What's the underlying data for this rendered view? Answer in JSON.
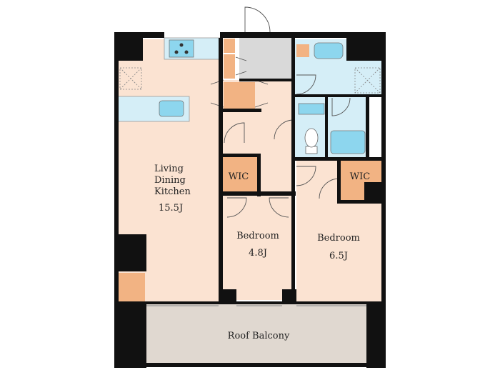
{
  "rooms": {
    "ldk": {
      "line1": "Living",
      "line2": "Dining",
      "line3": "Kitchen",
      "size": "15.5J"
    },
    "bedroom1": {
      "name": "Bedroom",
      "size": "4.8J"
    },
    "bedroom2": {
      "name": "Bedroom",
      "size": "6.5J"
    },
    "wic1": {
      "name": "WIC"
    },
    "wic2": {
      "name": "WIC"
    },
    "balcony": {
      "name": "Roof Balcony"
    }
  },
  "colors": {
    "wall": "#111111",
    "floor_room": "#fbe3d2",
    "storage": "#f2b383",
    "wet_area": "#d5eef7",
    "fixture": "#8dd6ee",
    "entrance": "#d9d9d9",
    "balcony": "#e0d8d0"
  },
  "icons": {
    "stove": "stove-icon",
    "vent": "vent-icon",
    "toilet": "toilet-icon",
    "bathtub": "bathtub-icon",
    "sink": "sink-icon"
  }
}
